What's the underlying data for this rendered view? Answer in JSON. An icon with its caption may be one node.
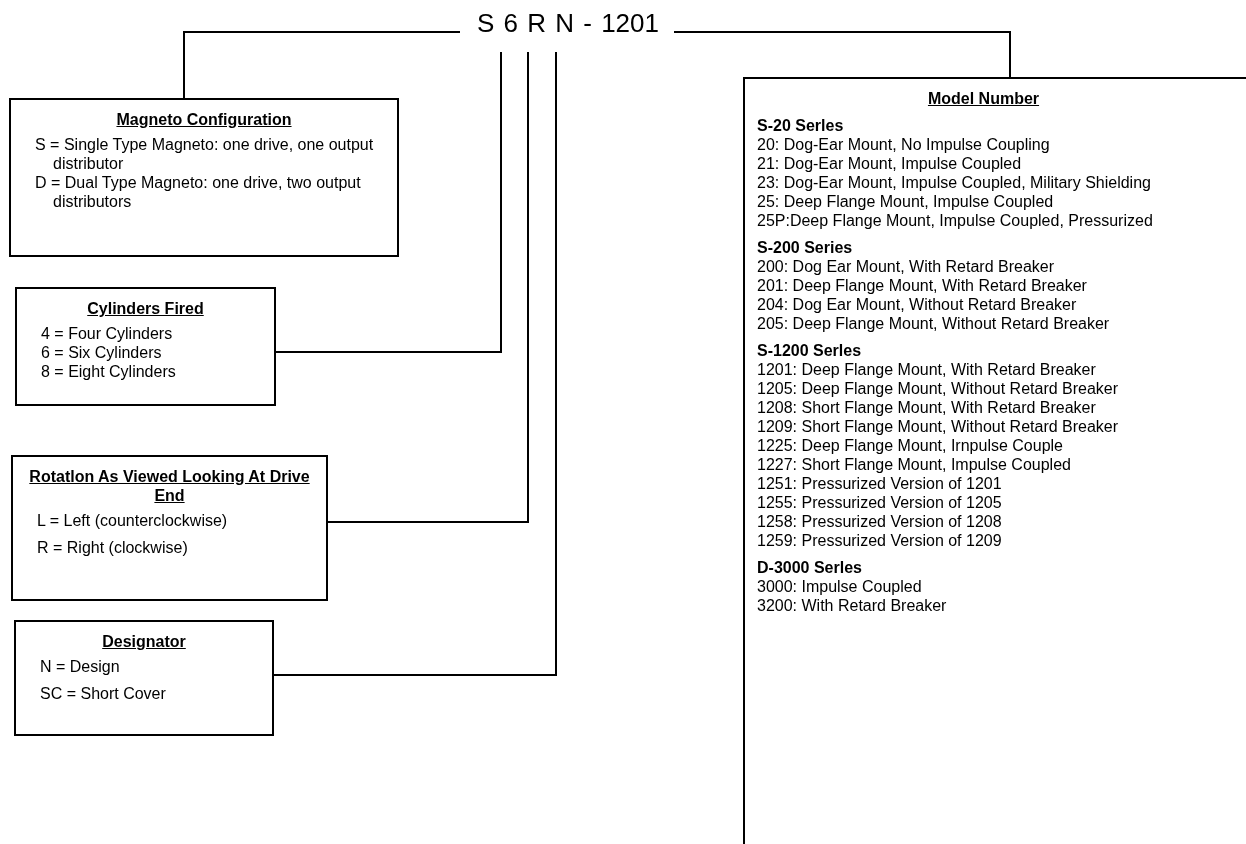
{
  "diagram": {
    "nodes": [
      {
        "text": [
          "S 6 R N - 1201"
        ]
      },
      {
        "text": [
          "Magneto Configuration",
          "S = Single Type Magneto: one drive, one output distributor",
          "D = Dual Type Magneto: one drive, two output distributors"
        ]
      },
      {
        "text": [
          "Cylinders Fired",
          "4 = Four Cylinders",
          "6 = Six Cylinders",
          "8 = Eight Cylinders"
        ]
      },
      {
        "text": [
          "Rotatlon As Viewed Looking At Drive End",
          "L = Left (counterclockwise)",
          "R = Right (clockwise)"
        ]
      },
      {
        "text": [
          "Designator",
          "N = Design",
          "SC = Short Cover"
        ]
      },
      {
        "text": [
          "Model Number",
          "S-20 Serles",
          "20: Dog-Ear Mount, No Impulse Coupling",
          "21: Dog-Ear Mount, Impulse Coupled",
          "23: Dog-Ear Mount, Impulse Coupled, Military Shielding",
          "25: Deep Flange Mount, Impulse Coupled",
          "25P:Deep Flange Mount, Impulse Coupled, Pressurized",
          "S-200 Series",
          "200: Dog Ear Mount, With Retard Breaker",
          "201: Deep Flange Mount, With Retard Breaker",
          "204: Dog Ear Mount, Without Retard Breaker",
          "205: Deep Flange Mount, Without Retard Breaker",
          "S-1200 Serles",
          "1201: Deep Flange Mount, With Retard Breaker",
          "1205: Deep Flange Mount, Without Retard Breaker",
          "1208: Short Flange Mount, With Retard Breaker",
          "1209: Short Flange Mount, Without Retard Breaker",
          "1225: Deep Flange Mount, Irnpulse Couple",
          "1227: Short Flange Mount, Impulse Coupled",
          "1251: Pressurized Version of 1201",
          "1255: Pressurized Version of 1205",
          "1258: Pressurized Version of 1208",
          "1259: Pressurized Version of 1209",
          "D-3000 Serles",
          "3000: Impulse Coupled",
          "3200: With Retard Breaker"
        ]
      }
    ],
    "edges": [
      {
        "from": 0,
        "to": 1,
        "arrow": "none"
      },
      {
        "from": 0,
        "to": 2,
        "arrow": "none"
      },
      {
        "from": 0,
        "to": 3,
        "arrow": "none"
      },
      {
        "from": 0,
        "to": 4,
        "arrow": "none"
      },
      {
        "from": 0,
        "to": 5,
        "arrow": "none"
      }
    ]
  }
}
